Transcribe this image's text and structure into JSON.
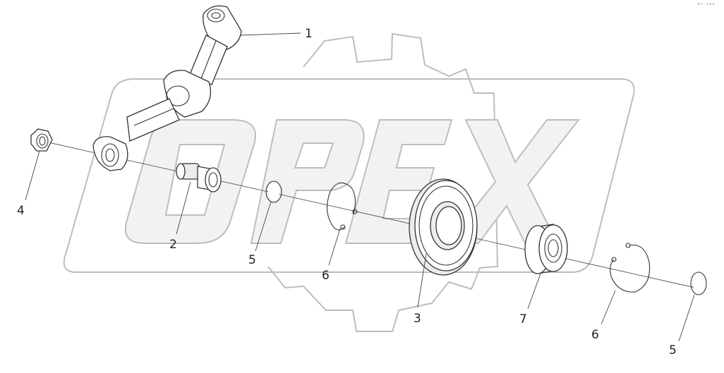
{
  "watermark": {
    "logo_text": "OPEX",
    "logo_icon": "gear-logo-icon"
  },
  "corner_mark": "ᵈᶜ ᵒᵒᵒ",
  "callouts": [
    {
      "id": "arm",
      "label": "1"
    },
    {
      "id": "pin",
      "label": "2"
    },
    {
      "id": "housing",
      "label": "3"
    },
    {
      "id": "nut",
      "label": "4"
    },
    {
      "id": "snap-ring-left",
      "label": "5"
    },
    {
      "id": "retaining-ring-left",
      "label": "6"
    },
    {
      "id": "bearing",
      "label": "7"
    },
    {
      "id": "retaining-ring-right",
      "label": "6"
    },
    {
      "id": "snap-ring-right",
      "label": "5"
    }
  ]
}
